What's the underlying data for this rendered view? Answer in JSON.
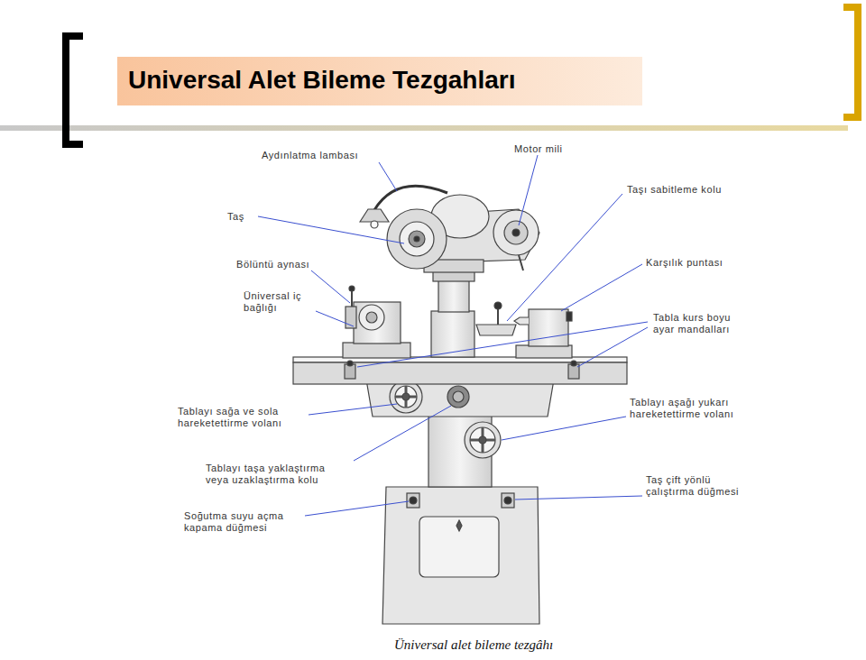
{
  "diagram": {
    "title": "Universal Alet Bileme Tezgahları",
    "caption": "Üniversal alet bileme tezgâhı",
    "labels": [
      "Aydınlatma lambası",
      "Motor mili",
      "Taş",
      "Taşı sabitleme kolu",
      "Bölüntü aynası",
      "Karşılık puntası",
      "Üniversal iç bağlığı",
      "Tabla kurs boyu ayar mandalları",
      "Tablayı sağa ve sola hareketettirme volanı",
      "Tablayı aşağı yukarı hareketettirme volanı",
      "Tablayı taşa yaklaştırma veya uzaklaştırma kolu",
      "Taş çift yönlü çalıştırma düğmesi",
      "Soğutma suyu açma kapama düğmesi"
    ]
  }
}
